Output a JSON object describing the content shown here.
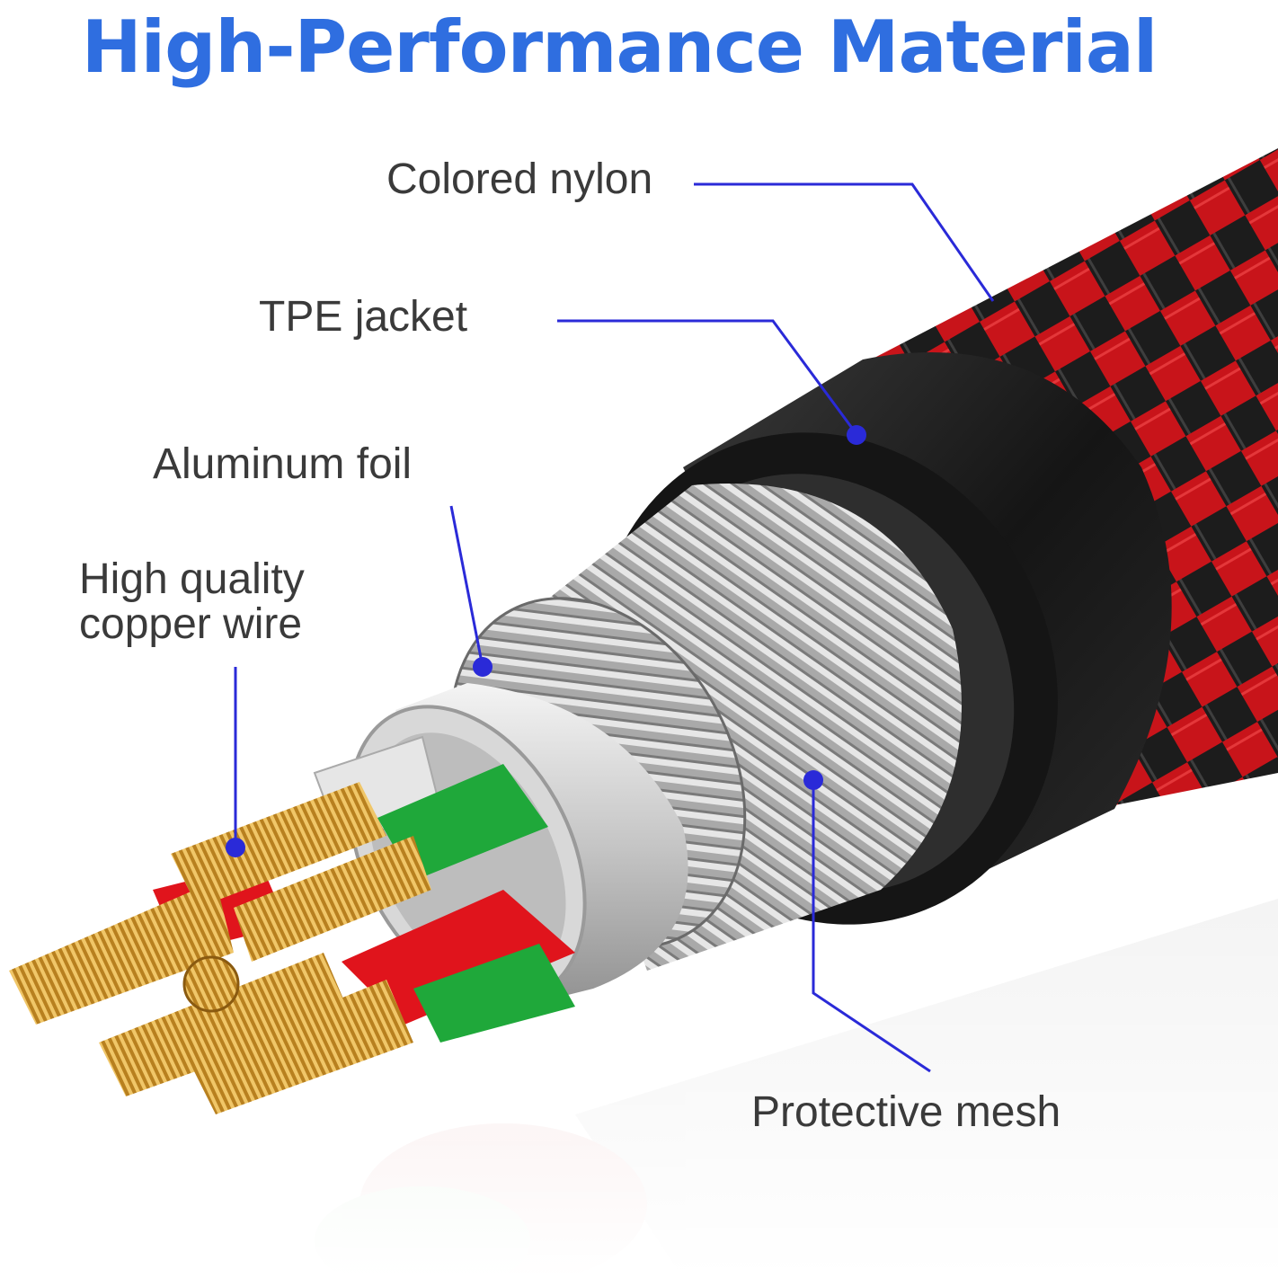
{
  "title": "High-Performance Material",
  "labels": {
    "colored_nylon": "Colored nylon",
    "tpe_jacket": "TPE jacket",
    "aluminum_foil": "Aluminum foil",
    "copper_wire_line1": "High quality",
    "copper_wire_line2": "copper wire",
    "protective_mesh": "Protective mesh"
  },
  "colors": {
    "title": "#2f6ee0",
    "callout": "#2a2ad8",
    "label_text": "#3a3a3a",
    "braid_red": "#c8141a",
    "braid_black": "#1c1c1c",
    "jacket": "#1a1a1a",
    "mesh": "#b8b8b8",
    "foil": "#d8d8d8",
    "copper": "#c8952c",
    "insulation_red": "#e0141c",
    "insulation_green": "#1fa83a"
  }
}
